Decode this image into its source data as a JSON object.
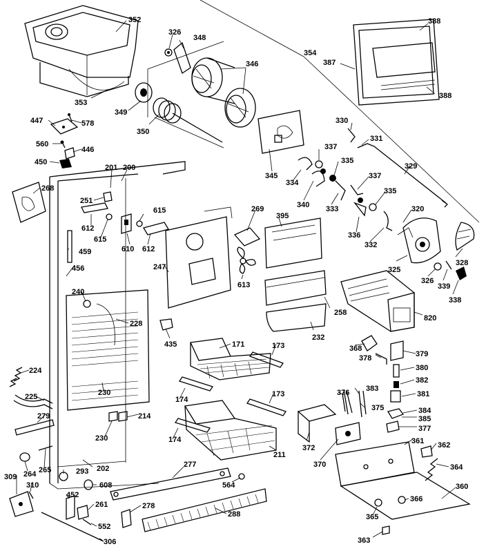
{
  "labels": {
    "l352": "352",
    "l326a": "326",
    "l348": "348",
    "l346": "346",
    "l354": "354",
    "l388a": "388",
    "l387": "387",
    "l388b": "388",
    "l353": "353",
    "l349": "349",
    "l350": "350",
    "l447": "447",
    "l578": "578",
    "l560": "560",
    "l446": "446",
    "l450": "450",
    "l345": "345",
    "l330": "330",
    "l331": "331",
    "l337a": "337",
    "l335a": "335",
    "l329": "329",
    "l334": "334",
    "l201": "201",
    "l200": "200",
    "l268": "268",
    "l251": "251",
    "l340": "340",
    "l333": "333",
    "l337b": "337",
    "l335b": "335",
    "l615a": "615",
    "l269": "269",
    "l395": "395",
    "l320": "320",
    "l612a": "612",
    "l615b": "615",
    "l610": "610",
    "l612b": "612",
    "l336": "336",
    "l332": "332",
    "l459": "459",
    "l456": "456",
    "l247": "247",
    "l613": "613",
    "l325": "325",
    "l328": "328",
    "l326b": "326",
    "l339": "339",
    "l338": "338",
    "l240": "240",
    "l258": "258",
    "l820": "820",
    "l228": "228",
    "l232": "232",
    "l435": "435",
    "l171": "171",
    "l173a": "173",
    "l368": "368",
    "l378": "378",
    "l379": "379",
    "l380": "380",
    "l224": "224",
    "l382": "382",
    "l383": "383",
    "l376": "376",
    "l381": "381",
    "l230a": "230",
    "l174a": "174",
    "l173b": "173",
    "l375": "375",
    "l225": "225",
    "l279": "279",
    "l214": "214",
    "l384": "384",
    "l385": "385",
    "l377": "377",
    "l230b": "230",
    "l174b": "174",
    "l372": "372",
    "l361": "361",
    "l362": "362",
    "l211": "211",
    "l370": "370",
    "l264": "264",
    "l265": "265",
    "l202": "202",
    "l277": "277",
    "l364": "364",
    "l309": "309",
    "l293": "293",
    "l310": "310",
    "l608": "608",
    "l564": "564",
    "l452": "452",
    "l360": "360",
    "l261": "261",
    "l278": "278",
    "l366": "366",
    "l288": "288",
    "l552": "552",
    "l365": "365",
    "l306": "306",
    "l363": "363"
  }
}
